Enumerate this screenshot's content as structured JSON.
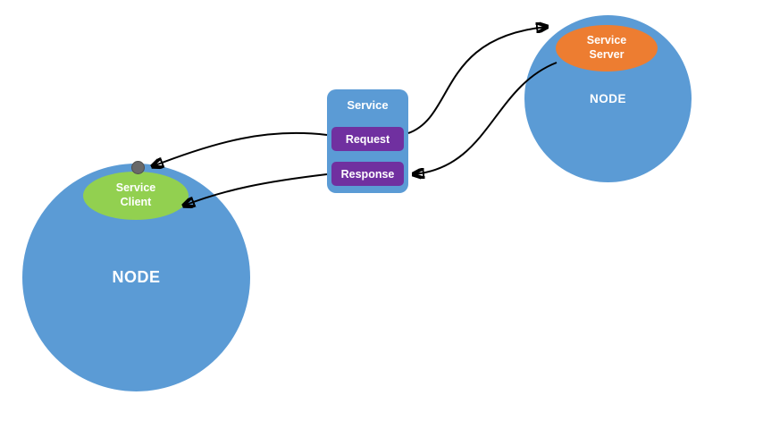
{
  "diagram": {
    "left_node": {
      "label": "NODE"
    },
    "right_node": {
      "label": "NODE"
    },
    "service_client": {
      "label": "Service Client"
    },
    "service_server": {
      "label": "Service Server"
    },
    "service": {
      "title": "Service",
      "request": "Request",
      "response": "Response"
    },
    "connections": [
      {
        "id": "request-to-client-edge",
        "from": "request",
        "to": "client-node-edge-dot",
        "style": "curved-black-arrow"
      },
      {
        "id": "response-to-service-client",
        "from": "response",
        "to": "service-client",
        "style": "curved-black-arrow"
      },
      {
        "id": "request-to-service-server",
        "from": "request",
        "to": "service-server",
        "style": "curved-black-arrow"
      },
      {
        "id": "service-server-to-response",
        "from": "service-server",
        "to": "response",
        "style": "curved-black-arrow"
      }
    ]
  },
  "colors": {
    "node_fill": "#5b9bd5",
    "client_fill": "#92d050",
    "server_fill": "#ed7d31",
    "message_fill": "#7030a0",
    "connector": "#000000",
    "dot_fill": "#696969",
    "background": "#ffffff",
    "label_text": "#ffffff"
  }
}
